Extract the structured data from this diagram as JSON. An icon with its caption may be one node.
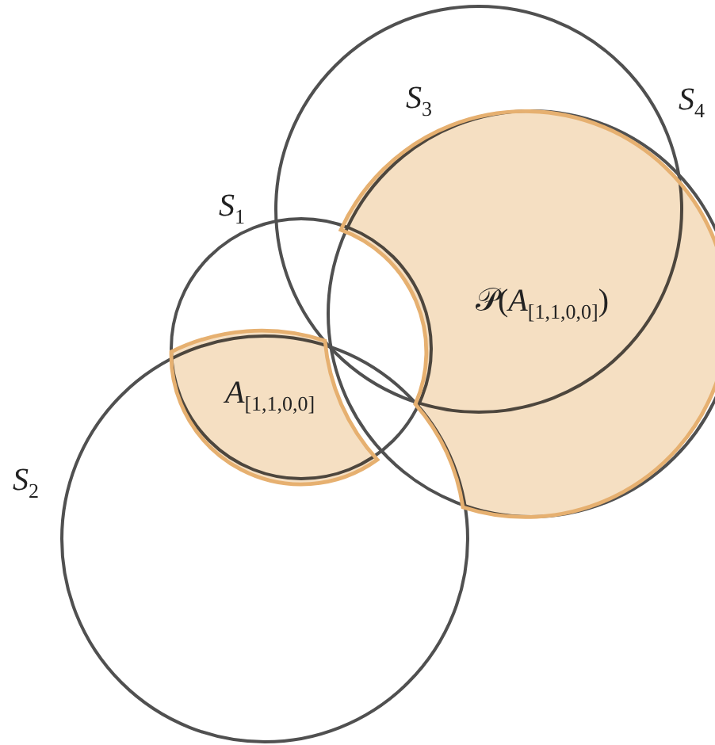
{
  "diagram": {
    "nodes": [
      {
        "text": [
          "S$_{3}$"
        ]
      },
      {
        "text": [
          "S$_{4}$"
        ]
      },
      {
        "text": [
          "S$_{1}$"
        ]
      },
      {
        "text": [
          "𝒫(*A*$_{[1,1,0,0]}$)"
        ]
      },
      {
        "text": [
          "*A*$_{[1,1,0,0]}$"
        ]
      },
      {
        "text": [
          "S$_{2}$"
        ]
      }
    ]
  }
}
